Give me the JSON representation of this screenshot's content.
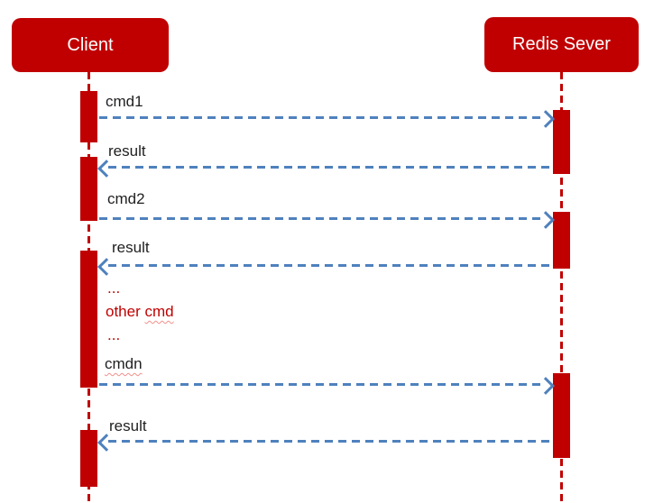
{
  "diagram": {
    "type": "sequence",
    "actors": [
      {
        "label": "Client"
      },
      {
        "label": "Redis Sever"
      }
    ],
    "messages": [
      {
        "label": "cmd1",
        "direction": "right",
        "from": "Client",
        "to": "Redis Sever"
      },
      {
        "label": "result",
        "direction": "left",
        "from": "Redis Sever",
        "to": "Client"
      },
      {
        "label": "cmd2",
        "direction": "right",
        "from": "Client",
        "to": "Redis Sever"
      },
      {
        "label": "result",
        "direction": "left",
        "from": "Redis Sever",
        "to": "Client"
      },
      {
        "label": "cmdn",
        "direction": "right",
        "from": "Client",
        "to": "Redis Sever",
        "spellcheck_squiggle": true
      },
      {
        "label": "result",
        "direction": "left",
        "from": "Redis Sever",
        "to": "Client"
      }
    ],
    "annotations": [
      {
        "text": "..."
      },
      {
        "text_prefix": "other ",
        "text_squiggled": "cmd"
      },
      {
        "text": "..."
      }
    ],
    "colors": {
      "actor_fill": "#C00000",
      "lifeline_red": "#C00000",
      "arrow_blue": "#4F81BD",
      "message_text": "#1F1F1F",
      "annotation_text": "#C00000",
      "squiggle": "#F0908A",
      "background": "#FFFFFF"
    }
  }
}
